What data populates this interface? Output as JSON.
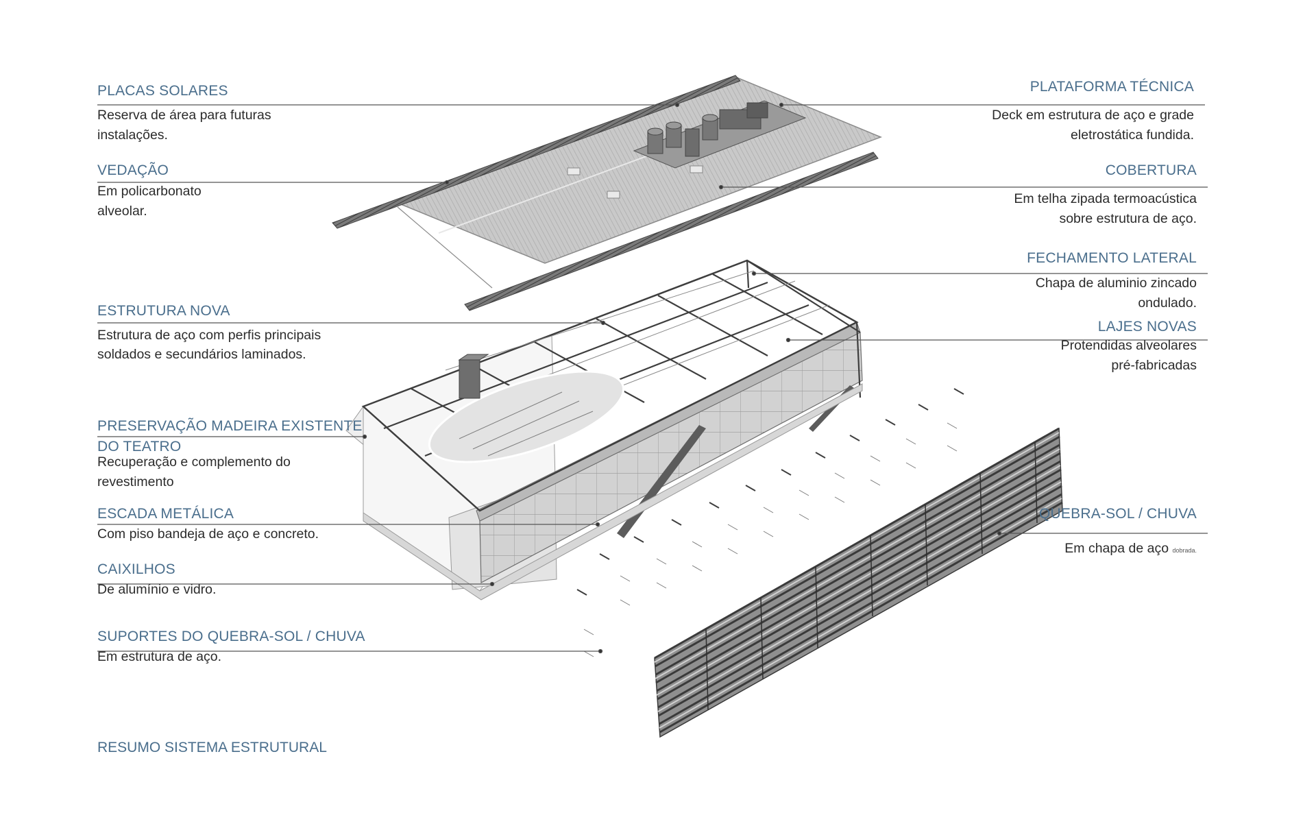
{
  "left_labels": [
    {
      "id": "placas-solares",
      "title": "PLACAS SOLARES",
      "lines": [
        "Reserva de área para futuras",
        "instalações."
      ]
    },
    {
      "id": "vedacao",
      "title": "VEDAÇÃO",
      "lines": [
        "Em policarbonato",
        "alveolar."
      ]
    },
    {
      "id": "estrutura-nova",
      "title": "ESTRUTURA NOVA",
      "lines": [
        "Estrutura de aço com perfis principais",
        "soldados e secundários laminados."
      ]
    },
    {
      "id": "preservacao",
      "title": "PRESERVAÇÃO MADEIRA EXISTENTE",
      "title2": "DO TEATRO",
      "lines": [
        "Recuperação e complemento do",
        "revestimento"
      ]
    },
    {
      "id": "escada",
      "title": "ESCADA METÁLICA",
      "lines": [
        "Com piso bandeja de aço e concreto."
      ]
    },
    {
      "id": "caixilhos",
      "title": "CAIXILHOS",
      "lines": [
        "De alumínio e vidro."
      ]
    },
    {
      "id": "suportes",
      "title": "SUPORTES DO QUEBRA-SOL / CHUVA",
      "lines": [
        "Em estrutura de aço."
      ]
    }
  ],
  "right_labels": [
    {
      "id": "plataforma",
      "title": "PLATAFORMA TÉCNICA",
      "lines": [
        "Deck em estrutura de aço e grade",
        "eletrostática fundida."
      ]
    },
    {
      "id": "cobertura",
      "title": "COBERTURA",
      "lines": [
        "Em telha zipada termoacústica",
        "sobre estrutura de aço."
      ]
    },
    {
      "id": "fechamento",
      "title": "FECHAMENTO LATERAL",
      "lines": [
        "Chapa de aluminio zincado",
        "ondulado."
      ]
    },
    {
      "id": "lajes",
      "title": "LAJES NOVAS",
      "lines": [
        "Protendidas alveolares",
        "pré-fabricadas"
      ]
    },
    {
      "id": "quebra-sol",
      "title": "QUEBRA-SOL / CHUVA",
      "line_main": "Em chapa de aço",
      "line_small": "dobrada."
    }
  ],
  "summary_title": "RESUMO SISTEMA ESTRUTURAL",
  "colors": {
    "title_blue": "#4a6e8c",
    "body_text": "#2b2b2b",
    "leader_line": "#555555",
    "steel_dark": "#4a4a4a",
    "roof_gray": "#bdbdbd"
  }
}
